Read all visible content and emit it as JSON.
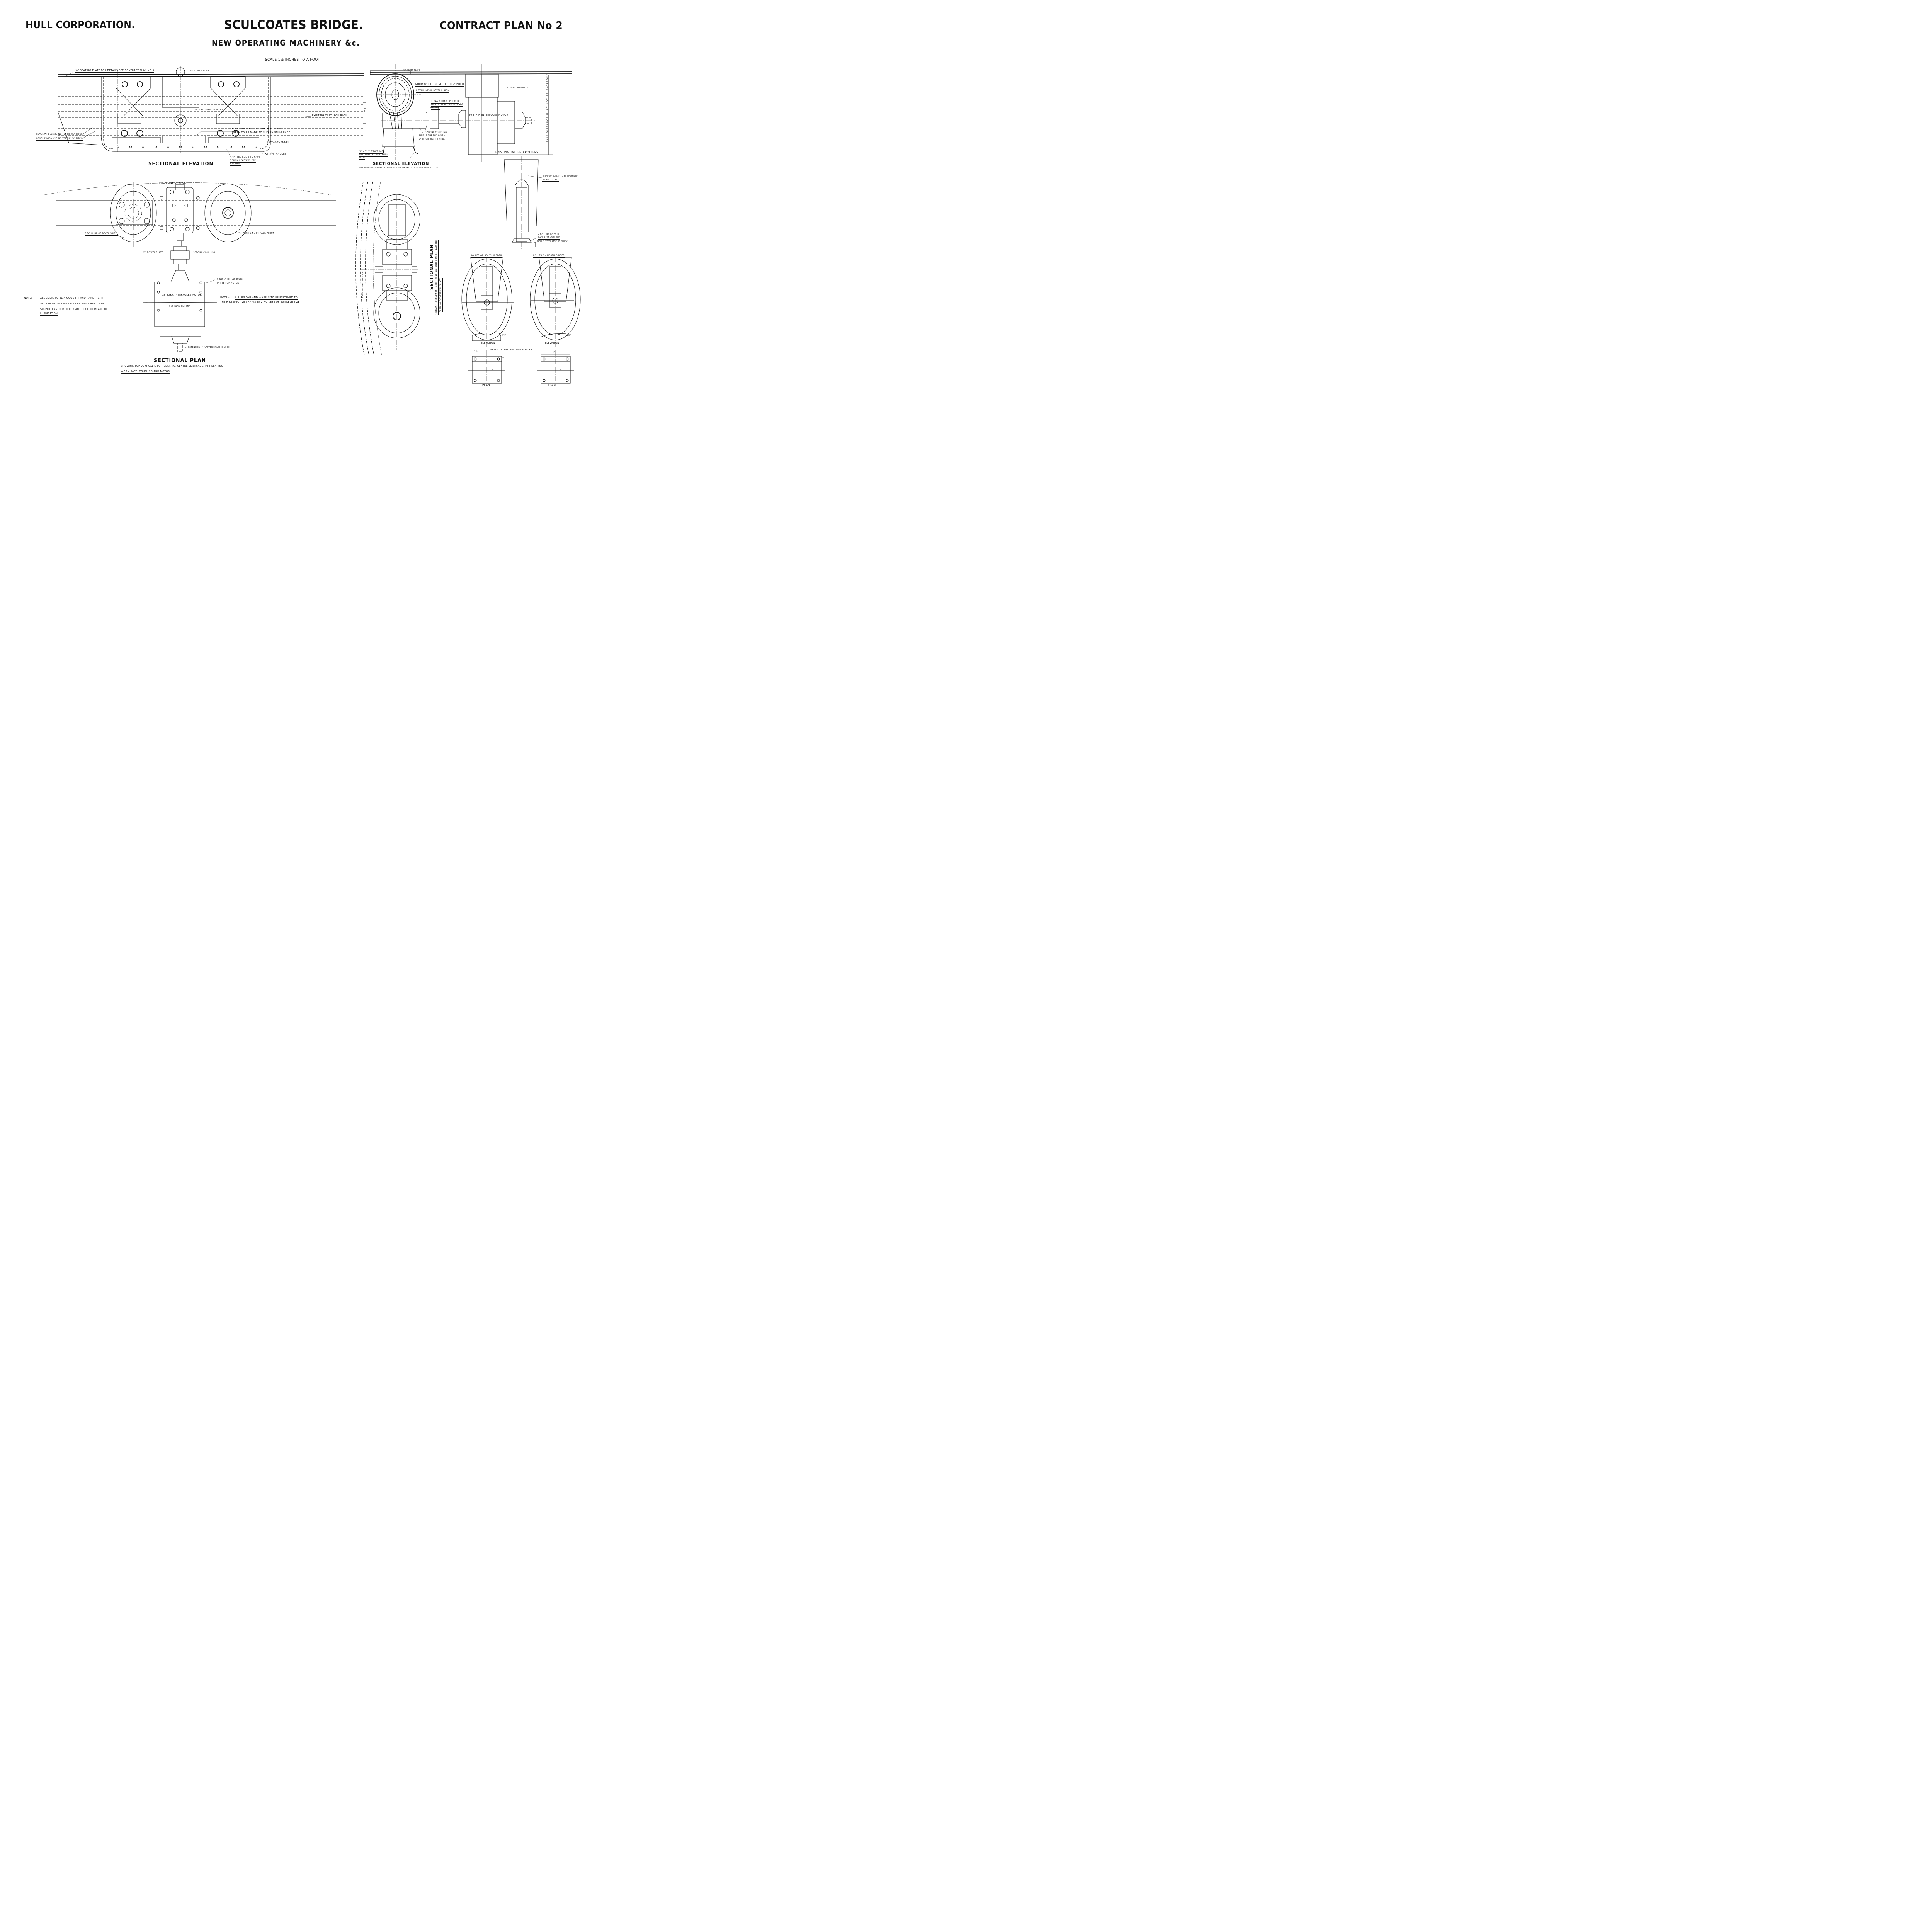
{
  "header": {
    "left_title": "HULL CORPORATION.",
    "center_title": "SCULCOATES BRIDGE.",
    "right_title": "CONTRACT PLAN No 2",
    "subtitle": "NEW OPERATING MACHINERY &c.",
    "scale": "Scale 1½ Inches to a Foot"
  },
  "views": {
    "sectional_elevation_main": {
      "caption": "SECTIONAL ELEVATION",
      "labels": {
        "seating_plate": "¾\" Seating Plate for Details see Contract Plan No 3",
        "cover_plate": "¾\" Cover Plate",
        "shaft_gear_case": "⅜\" Shaft Board Gear Case",
        "cast_iron_rack": "Existing Cast Iron Rack",
        "rack_pinions_1": "Rack Pinions 27 No Teeth 3\" pitch",
        "rack_pinions_2": "Teeth to be made to suit existing Rack",
        "bevel_wheels": "Bevel Wheels 25 No teeth 2½\" pitch",
        "bevel_pinions": "Bevel Pinions 15 No teeth 2½\" pitch",
        "channel": "15\"x4\" Channel",
        "angles": "4\"x4\"x½\" Angles",
        "fitted_bolts_1": "¾\" Fitted Bolts to have",
        "fitted_bolts_2": "C Sunk heads where",
        "fitted_bolts_3": "necessary"
      }
    },
    "sectional_elevation_worm": {
      "caption": "SECTIONAL ELEVATION",
      "subcaption": "Showing Worm Race, Worm, and Wheel, Coupling and Motor",
      "labels": {
        "cover_plate": "¾\" Cover Plate.",
        "worm_wheel": "Worm Wheel 30 No Teeth 2\" Pitch",
        "pitch_line_bevel_pinion": "Pitch Line of Bevel Pinion",
        "channels": "11\"x4\" Channels",
        "band_brake_1": "If Band Brake is Fixed",
        "band_brake_2": "this distance to be made",
        "band_brake_3": "to suit",
        "motor": "26 B.H.P. Interpoles Motor",
        "special_coupling": "Special Coupling",
        "worm_1": "Single thread Worm",
        "worm_2": "2\" pitch right hand.",
        "tbar_1": "3\" x 3\" x 7/16 T Bar",
        "tbar_2": "Fastened by ½\" C sunk",
        "tbar_3": "Bolts",
        "distance": "This distance must not be exceeded"
      }
    },
    "sectional_plan_main": {
      "caption": "SECTIONAL PLAN",
      "subcaption_1": "Showing Top Vertical Shaft Bearing, Centre Vertical Shaft Bearing",
      "subcaption_2": "Worm Race, Coupling and Motor",
      "labels": {
        "pitch_line_rack": "Pitch Line of Rack",
        "pitch_line_bevel_wheel": "Pitch Line of Bevel Wheel",
        "pitch_line_rack_pinion": "Pitch Line of Rack Pinion",
        "dowel_plate": "½\" Dowel Plate",
        "special_coupling": "Special Coupling",
        "fitted_bolts_1": "8 No 1\" Fitted Bolts",
        "fitted_bolts_2": "in feet of Motor",
        "motor_1": "26 B.H.P. Interpoles Motor",
        "motor_2": "500 Revs per Min",
        "extension": "Extension if Flapper Brake is used"
      }
    },
    "sectional_plan_vertical": {
      "caption": "SECTIONAL PLAN",
      "subcaption_1": "Showing Horizontal Shaft Bearings Worm Wheel and Top",
      "subcaption_2": "Bearing of Vertical Shaft",
      "labels": {
        "rack": "Existing Cast Iron Rack"
      }
    },
    "tail_end_rollers": {
      "caption": "Existing Tail End Rollers",
      "labels": {
        "tread_1": "Tread of Roller to be machined",
        "tread_2": "square to face",
        "rag_bolts_1": "4 No 1 Rag Bolts in",
        "rag_bolts_2": "each Resting Block",
        "resting_blocks": "New C. Steel Resting Blocks"
      }
    },
    "rollers": {
      "south_caption": "Roller on South Girder",
      "north_caption": "Roller on North Girder",
      "elevation_label": "Elevation",
      "plan_label": "Plan",
      "resting_blocks_caption": "New C. Steel Resting Blocks",
      "dims": {
        "south_height": "1¾\"",
        "north_height": "1¾\"",
        "bolt_offset": "1½\"",
        "width": "16\"",
        "bolt_pitch": "3\"",
        "spacing": "8\""
      }
    }
  },
  "notes": {
    "left_prefix": "Note:-",
    "left_lines": [
      "All bolts to be a good fit and hand tight",
      "All the necessary Oil Cups and Pipes to be",
      "supplied and fixed for an efficient means of",
      "lubrication"
    ],
    "right_prefix": "Note:-",
    "right_lines": [
      "All Pinions and Wheels to be fastened to",
      "their respective Shafts by 2 No Keys of suitable size"
    ]
  }
}
